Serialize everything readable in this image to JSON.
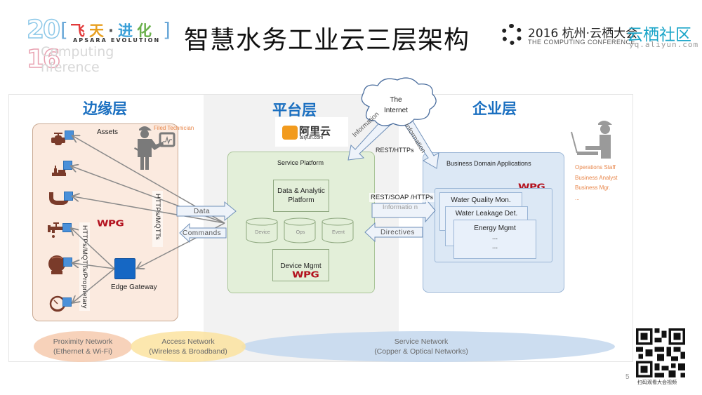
{
  "header": {
    "logo_year_top": "20",
    "logo_year_bottom": "16",
    "logo_computing": "Computing",
    "logo_conference": "nference",
    "apsara_cn": "飞天·进化",
    "apsara_en": "APSARA EVOLUTION",
    "title": "智慧水务工业云三层架构",
    "conference_title": "2016 杭州·云栖大会",
    "conference_subtitle": "THE COMPUTING CONFERENCE",
    "community_title": "云栖社区",
    "community_url": "yq.aliyun.com"
  },
  "sections": {
    "edge": "边缘层",
    "platform": "平台层",
    "enterprise": "企业层"
  },
  "edge_layer": {
    "assets_label": "Assets",
    "technician_label": "Filed Technician",
    "assets": [
      "valve",
      "pump-station",
      "pipe",
      "faucet",
      "tank",
      "meter"
    ],
    "protocol_vertical": "HTTPs/MQTTs/Proprietary",
    "gateway_label": "Edge Gateway",
    "uplink_protocol": "HTTPs/MQTTs",
    "brand": "WPG"
  },
  "links": {
    "data": "Data",
    "commands": "Commands",
    "information_left": "Information",
    "information_right": "Information",
    "rest_https": "REST/HTTPs",
    "rest_soap_https": "REST/SOAP /HTTPs",
    "information_mid": "Informatio n",
    "directives": "Directives"
  },
  "internet": {
    "line1": "The",
    "line2": "Internet"
  },
  "platform_layer": {
    "provider_cn": "阿里云",
    "provider_url": "aliyun.com",
    "title": "Service Platform",
    "data_analytic_line1": "Data & Analytic",
    "data_analytic_line2": "Platform",
    "databases": [
      "Device",
      "Ops",
      "Event"
    ],
    "device_mgmt": "Device Mgmt",
    "brand": "WPG"
  },
  "enterprise_layer": {
    "title": "Business Domain Applications",
    "apps": [
      "Water Quality Mon.",
      "Water  Leakage Det.",
      "Energy Mgmt"
    ],
    "ellipsis1": "...",
    "ellipsis2": "...",
    "brand": "WPG",
    "roles": [
      "Operations Staff",
      "Business Analyst",
      "Business Mgr.",
      "..."
    ]
  },
  "networks": [
    {
      "name": "Proximity Network",
      "detail": "(Ethernet & Wi-Fi)",
      "color": "#f6cdb3"
    },
    {
      "name": "Access Network",
      "detail": "(Wireless & Broadband)",
      "color": "#fbe3a0"
    },
    {
      "name": "Service Network",
      "detail": "(Copper & Optical Networks)",
      "color": "#c6d9ee"
    }
  ],
  "footer": {
    "page_number": "5",
    "qr_caption": "扫码观看大会视频"
  },
  "colors": {
    "accent_blue": "#1a6fc0",
    "edge_fill": "#fbeadf",
    "platform_fill": "#e3efd9",
    "enterprise_fill": "#dce8f5",
    "wpg_red": "#b3121f",
    "role_orange": "#e8864a"
  }
}
